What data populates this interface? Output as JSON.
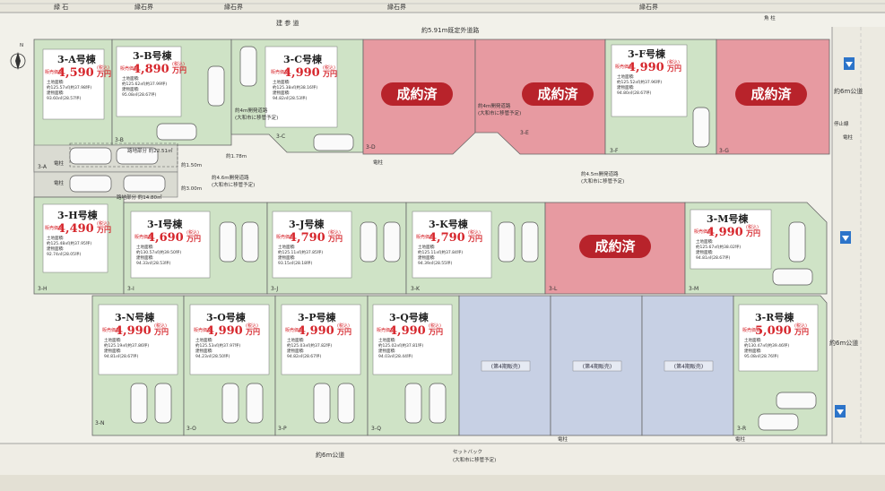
{
  "roads": {
    "top_labels": [
      "緑 石",
      "縁石界",
      "縁石界",
      "縁石界",
      "縁石界"
    ],
    "top_road": "建 参 道",
    "top_outside": "約5.91m既定外道路",
    "left_driveway_1": "路地部分 約22.51㎡",
    "left_driveway_2": "路地部分 約14.80㎡",
    "dim_1_78": "約1.78m",
    "dim_1_50": "約1.50m",
    "dim_3_00": "約3.00m",
    "private_road_left": "約4.6m開発道路",
    "private_road_left_note": "(大和市に移管予定)",
    "private_road_top": "約4m開発道路",
    "private_road_top_note": "(大和市に移管予定)",
    "private_road_center": "約4m開発道路",
    "private_road_center_note": "(大和市に移管予定)",
    "private_road_right": "約4.5m開発道路",
    "private_road_right_note": "(大和市に移管予定)",
    "public_road_right_top": "約6m公道",
    "public_road_right_bottom": "約6m公道",
    "public_road_bottom": "約6m公道",
    "setback": "セットバック",
    "setback_note": "(大和市に移管予定)",
    "pole_labels": [
      "電柱",
      "電柱",
      "電柱",
      "電柱",
      "電柱",
      "電柱"
    ],
    "corner_label": "角 柱",
    "stop_label": "停止線"
  },
  "compass": "N",
  "lots": [
    {
      "code": "3-A",
      "title": "3-A号棟",
      "price": "4,590",
      "unit": "万円",
      "tax": "(税込)",
      "label": "販売価格",
      "land": "土地面積:",
      "land_v": "約125.57㎡(約37.98坪)",
      "build": "建物面積:",
      "build_v": "93.60㎡(28.57坪)"
    },
    {
      "code": "3-B",
      "title": "3-B号棟",
      "price": "4,890",
      "unit": "万円",
      "tax": "(税込)",
      "label": "販売価格",
      "land": "土地面積:",
      "land_v": "約125.62㎡(約37.99坪)",
      "build": "建物面積:",
      "build_v": "95.08㎡(28.67坪)"
    },
    {
      "code": "3-C",
      "title": "3-C号棟",
      "price": "4,990",
      "unit": "万円",
      "tax": "(税込)",
      "label": "販売価格",
      "land": "土地面積:",
      "land_v": "約125.38㎡(約38.16坪)",
      "build": "建物面積:",
      "build_v": "94.82㎡(28.53坪)"
    },
    {
      "code": "3-F",
      "title": "3-F号棟",
      "price": "4,990",
      "unit": "万円",
      "tax": "(税込)",
      "label": "販売価格",
      "land": "土地面積:",
      "land_v": "約125.52㎡(約37.96坪)",
      "build": "建物面積:",
      "build_v": "94.80㎡(28.67坪)"
    },
    {
      "code": "3-H",
      "title": "3-H号棟",
      "price": "4,490",
      "unit": "万円",
      "tax": "(税込)",
      "label": "販売価格",
      "land": "土地面積:",
      "land_v": "約125.48㎡(約37.95坪)",
      "build": "建物面積:",
      "build_v": "92.74㎡(28.05坪)"
    },
    {
      "code": "3-I",
      "title": "3-I号棟",
      "price": "4,690",
      "unit": "万円",
      "tax": "(税込)",
      "label": "販売価格",
      "land": "土地面積:",
      "land_v": "約130.57㎡(約39.50坪)",
      "build": "建物面積:",
      "build_v": "94.33㎡(28.53坪)"
    },
    {
      "code": "3-J",
      "title": "3-J号棟",
      "price": "4,790",
      "unit": "万円",
      "tax": "(税込)",
      "label": "販売価格",
      "land": "土地面積:",
      "land_v": "約125.11㎡(約37.85坪)",
      "build": "建物面積:",
      "build_v": "93.15㎡(28.18坪)"
    },
    {
      "code": "3-K",
      "title": "3-K号棟",
      "price": "4,790",
      "unit": "万円",
      "tax": "(税込)",
      "label": "販売価格",
      "land": "土地面積:",
      "land_v": "約125.11㎡(約37.84坪)",
      "build": "建物面積:",
      "build_v": "94.39㎡(28.55坪)"
    },
    {
      "code": "3-M",
      "title": "3-M号棟",
      "price": "4,990",
      "unit": "万円",
      "tax": "(税込)",
      "label": "販売価格",
      "land": "土地面積:",
      "land_v": "約125.67㎡(約38.02坪)",
      "build": "建物面積:",
      "build_v": "94.81㎡(28.67坪)"
    },
    {
      "code": "3-N",
      "title": "3-N号棟",
      "price": "4,990",
      "unit": "万円",
      "tax": "(税込)",
      "label": "販売価格",
      "land": "土地面積:",
      "land_v": "約125.19㎡(約37.86坪)",
      "build": "建物面積:",
      "build_v": "94.81㎡(28.67坪)"
    },
    {
      "code": "3-O",
      "title": "3-O号棟",
      "price": "4,990",
      "unit": "万円",
      "tax": "(税込)",
      "label": "販売価格",
      "land": "土地面積:",
      "land_v": "約125.53㎡(約37.97坪)",
      "build": "建物面積:",
      "build_v": "94.23㎡(28.50坪)"
    },
    {
      "code": "3-P",
      "title": "3-P号棟",
      "price": "4,990",
      "unit": "万円",
      "tax": "(税込)",
      "label": "販売価格",
      "land": "土地面積:",
      "land_v": "約125.03㎡(約37.82坪)",
      "build": "建物面積:",
      "build_v": "94.82㎡(28.67坪)"
    },
    {
      "code": "3-Q",
      "title": "3-Q号棟",
      "price": "4,990",
      "unit": "万円",
      "tax": "(税込)",
      "label": "販売価格",
      "land": "土地面積:",
      "land_v": "約125.02㎡(約37.81坪)",
      "build": "建物面積:",
      "build_v": "94.03㎡(28.44坪)"
    },
    {
      "code": "3-R",
      "title": "3-R号棟",
      "price": "5,090",
      "unit": "万円",
      "tax": "(税込)",
      "label": "販売価格",
      "land": "土地面積:",
      "land_v": "約130.47㎡(約39.46坪)",
      "build": "建物面積:",
      "build_v": "95.08㎡(28.76坪)"
    }
  ],
  "sold_lots": [
    {
      "code": "3-D",
      "label": "成約済"
    },
    {
      "code": "3-E",
      "label": "成約済"
    },
    {
      "code": "3-G",
      "label": "成約済"
    },
    {
      "code": "3-L",
      "label": "成約済"
    }
  ],
  "future_lots": [
    {
      "label": "(第4期販売)"
    },
    {
      "label": "(第4期販売)"
    },
    {
      "label": "(第4期販売)"
    }
  ],
  "colors": {
    "lot_green": "#cfe3c6",
    "sold_pink": "#e79aa1",
    "future_blue": "#c7d0e4",
    "road": "#f2f1ea",
    "price_red": "#d6262c"
  }
}
